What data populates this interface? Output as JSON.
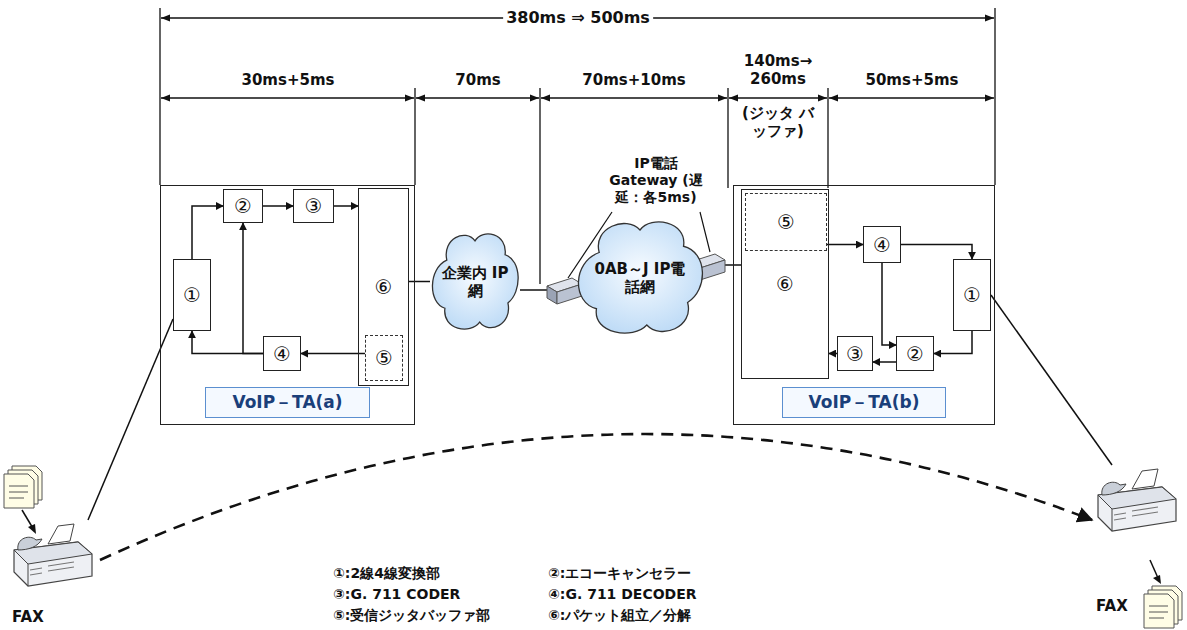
{
  "diagram": {
    "nodes": [
      {
        "text": [
          "VoIP－TA(a)"
        ]
      },
      {
        "text": [
          "①"
        ],
        "in": 0
      },
      {
        "text": [
          "②"
        ],
        "in": 0
      },
      {
        "text": [
          "③"
        ],
        "in": 0
      },
      {
        "text": [
          "⑥"
        ],
        "in": 0
      },
      {
        "text": [
          "⑤"
        ],
        "in": 4
      },
      {
        "text": [
          "④"
        ],
        "in": 0
      },
      {
        "text": [
          "企業内 IP網"
        ]
      },
      {
        "text": [
          "0AB～J IP電話網"
        ]
      },
      {
        "text": [
          "VoIP－TA(b)"
        ]
      },
      {
        "text": [
          "⑥"
        ],
        "in": 9
      },
      {
        "text": [
          "⑤"
        ],
        "in": 10
      },
      {
        "text": [
          "④"
        ],
        "in": 9
      },
      {
        "text": [
          "①"
        ],
        "in": 9
      },
      {
        "text": [
          "②"
        ],
        "in": 9
      },
      {
        "text": [
          "③"
        ],
        "in": 9
      },
      {
        "text": [
          "FAX"
        ]
      },
      {
        "text": [
          "FAX"
        ]
      }
    ],
    "edges": [
      {
        "from": 1,
        "to": 2,
        "arrow": "to"
      },
      {
        "from": 2,
        "to": 3,
        "arrow": "to"
      },
      {
        "from": 3,
        "to": 4,
        "arrow": "to"
      },
      {
        "from": 5,
        "to": 6,
        "arrow": "to"
      },
      {
        "from": 6,
        "to": 1,
        "arrow": "to"
      },
      {
        "from": 6,
        "to": 2,
        "arrow": "to"
      },
      {
        "from": 4,
        "to": 7,
        "arrow": "none"
      },
      {
        "from": 7,
        "to": 8,
        "arrow": "none"
      },
      {
        "from": 8,
        "to": 10,
        "arrow": "none"
      },
      {
        "from": 11,
        "to": 12,
        "arrow": "to"
      },
      {
        "from": 12,
        "to": 13,
        "arrow": "to"
      },
      {
        "from": 12,
        "to": 14,
        "arrow": "to"
      },
      {
        "from": 13,
        "to": 14,
        "arrow": "to"
      },
      {
        "from": 14,
        "to": 15,
        "arrow": "to"
      },
      {
        "from": 15,
        "to": 10,
        "arrow": "to"
      },
      {
        "from": 16,
        "to": 1,
        "arrow": "none"
      },
      {
        "from": 13,
        "to": 17,
        "arrow": "none"
      },
      {
        "from": 16,
        "to": 17,
        "arrow": "to"
      }
    ],
    "labels": [
      "380ms ⇒ 500ms",
      "30ms+5ms",
      "70ms",
      "70ms+10ms",
      "140ms→ 260ms",
      "(ジッタ バッファ)",
      "50ms+5ms",
      "IP電話 Gateway (遅延：各5ms)",
      "①:2線4線変換部",
      "②:エコーキャンセラー",
      "③:G. 711 CODER",
      "④:G. 711 DECODER",
      "⑤:受信ジッタバッファ部",
      "⑥:パケット組立／分解"
    ]
  }
}
